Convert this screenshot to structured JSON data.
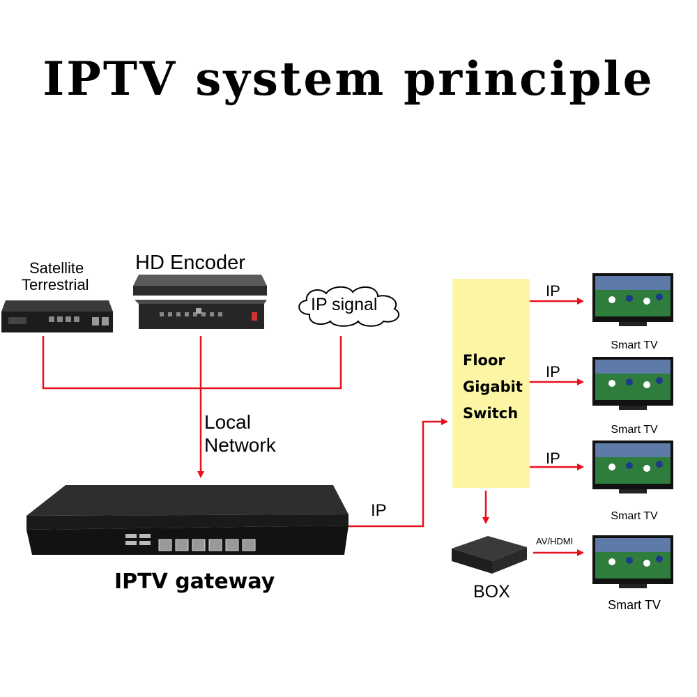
{
  "title": "IPTV system principle",
  "sources": {
    "satellite_label_line1": "Satellite",
    "satellite_label_line2": "Terrestrial",
    "encoder_label": "HD Encoder",
    "ip_signal_label": "IP signal"
  },
  "local_network": {
    "line1": "Local",
    "line2": "Network"
  },
  "gateway": {
    "label": "IPTV gateway"
  },
  "links": {
    "gateway_to_switch": "IP",
    "switch_to_tv": [
      "IP",
      "IP",
      "IP"
    ],
    "box_to_tv": "AV/HDMI"
  },
  "switch": {
    "line1": "Floor",
    "line2": "Gigabit",
    "line3": "Switch"
  },
  "box": {
    "label": "BOX"
  },
  "tvs": [
    {
      "caption": "Smart TV"
    },
    {
      "caption": "Smart TV"
    },
    {
      "caption": "Smart TV"
    },
    {
      "caption": "Smart TV"
    }
  ],
  "colors": {
    "arrow": "#e8101b",
    "switch_fill": "#fbf5a4",
    "device": "#2a2a2a"
  }
}
